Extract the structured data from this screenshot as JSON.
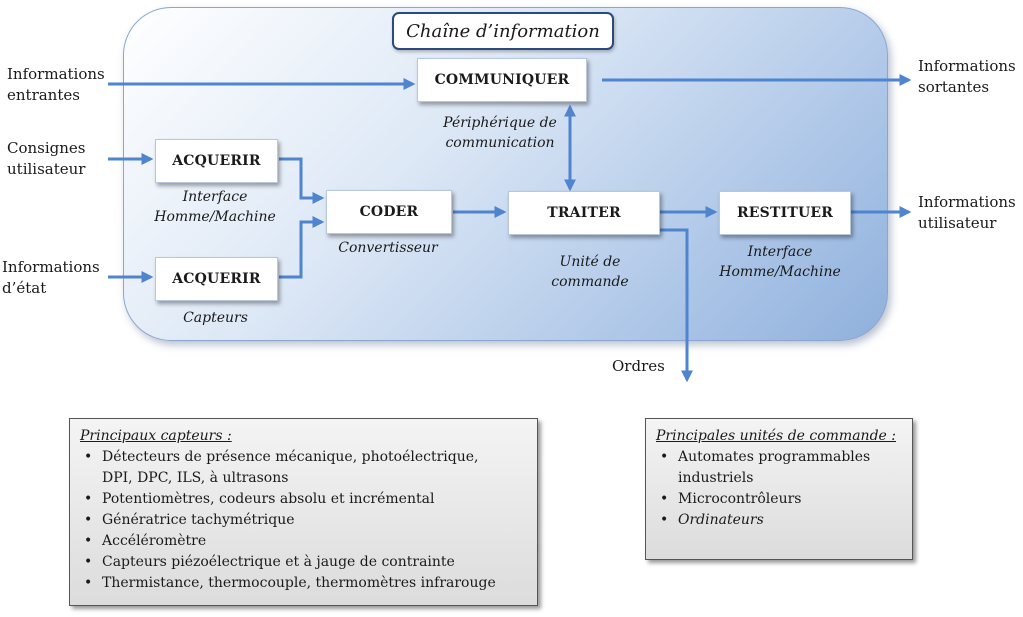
{
  "title": "Chaîne d’information",
  "blocks": {
    "communiquer": "COMMUNIQUER",
    "acquerir_1": "ACQUERIR",
    "acquerir_2": "ACQUERIR",
    "coder": "CODER",
    "traiter": "TRAITER",
    "restituer": "RESTITUER"
  },
  "captions": {
    "communiquer": [
      "Périphérique de",
      "communication"
    ],
    "acquerir_1": [
      "Interface",
      "Homme/Machine"
    ],
    "acquerir_2": [
      "Capteurs"
    ],
    "coder": [
      "Convertisseur"
    ],
    "traiter": [
      "Unité de",
      "commande"
    ],
    "restituer": [
      "Interface",
      "Homme/Machine"
    ]
  },
  "labels": {
    "info_entrantes": [
      "Informations",
      "entrantes"
    ],
    "consignes": [
      "Consignes",
      "utilisateur"
    ],
    "info_etat": [
      "Informations",
      "d’état"
    ],
    "info_sortantes": [
      "Informations",
      "sortantes"
    ],
    "info_utilisateur": [
      "Informations",
      "utilisateur"
    ],
    "ordres": "Ordres"
  },
  "panels": {
    "capteurs": {
      "title": "Principaux capteurs :",
      "items": [
        [
          "Détecteurs de présence mécanique, photoélectrique,",
          "DPI, DPC, ILS, à ultrasons"
        ],
        [
          "Potentiomètres, codeurs absolu et incrémental"
        ],
        [
          "Génératrice tachymétrique"
        ],
        [
          "Accéléromètre"
        ],
        [
          "Capteurs piézoélectrique et à jauge de contrainte"
        ],
        [
          "Thermistance, thermocouple, thermomètres infrarouge"
        ]
      ]
    },
    "unites": {
      "title": "Principales unités de commande :",
      "items": [
        [
          "Automates programmables",
          "industriels"
        ],
        [
          "Microcontrôleurs"
        ],
        [
          "Ordinateurs"
        ]
      ]
    }
  },
  "colors": {
    "arrow": "#4f84cf",
    "block_border": "#b9c7dc",
    "title_border": "#2c4a7a"
  }
}
